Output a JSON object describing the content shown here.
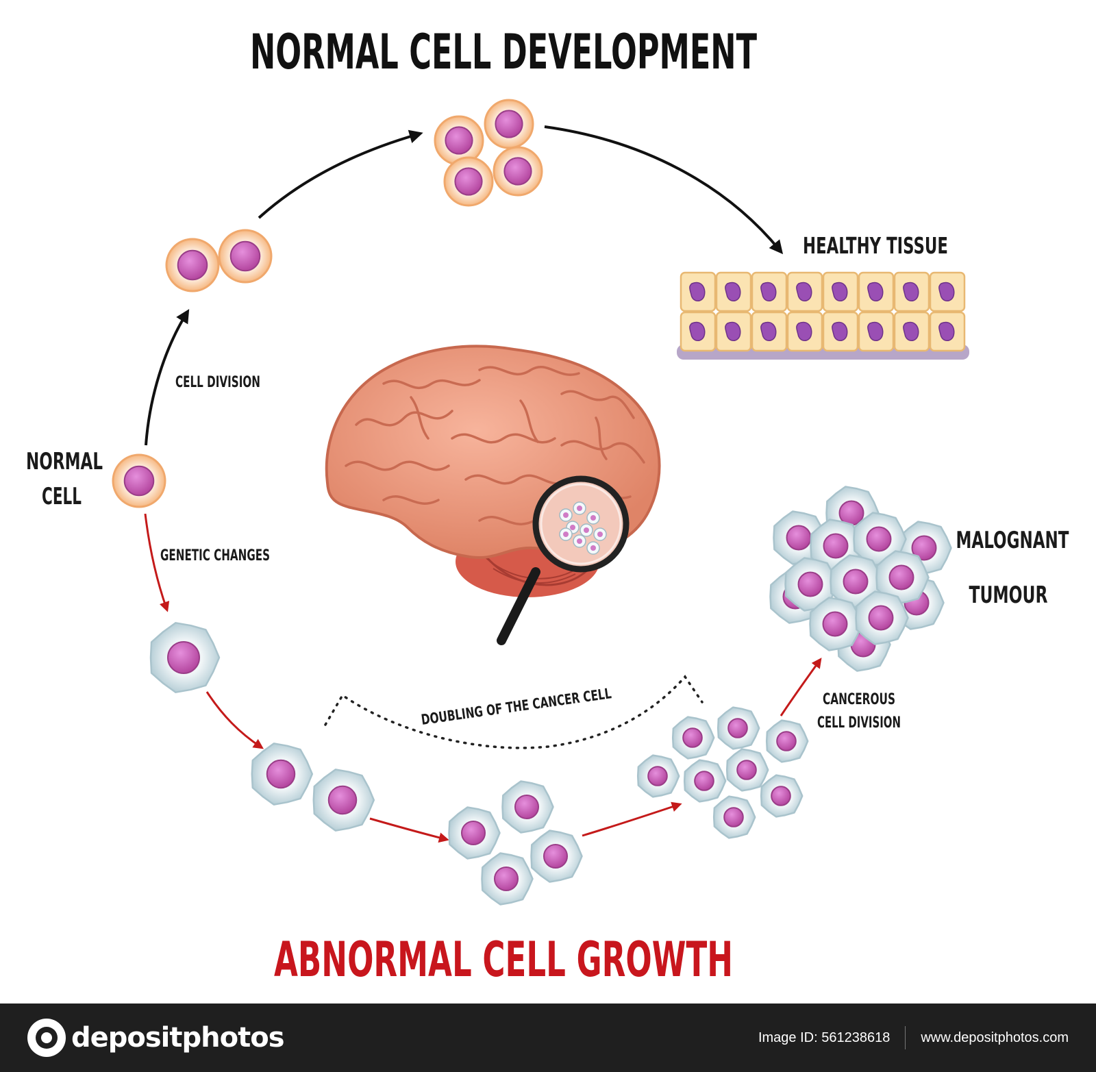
{
  "title_top": "NORMAL CELL DEVELOPMENT",
  "title_bottom": "ABNORMAL CELL GROWTH",
  "labels": {
    "healthy_tissue": "HEALTHY TISSUE",
    "cell_division": "CELL DIVISION",
    "normal_cell_1": "NORMAL",
    "normal_cell_2": "CELL",
    "genetic_changes": "GENETIC CHANGES",
    "doubling": "DOUBLING OF THE CANCER CELL",
    "malignant_1": "MALOGNANT",
    "malignant_2": "TUMOUR",
    "cancerous_1": "CANCEROUS",
    "cancerous_2": "CELL DIVISION"
  },
  "footer": {
    "logo_text": "depositphotos",
    "image_id": "Image ID: 561238618",
    "url": "www.depositphotos.com"
  },
  "colors": {
    "normal_arrow": "#111111",
    "abnormal_arrow": "#c41a1a",
    "abnormal_title": "#c8161d",
    "normal_cell_fill": "#fbd6b4",
    "cancer_cell_fill": "#dde9ee",
    "nucleus": "#c95bbd",
    "brain": "#ec9a80"
  }
}
